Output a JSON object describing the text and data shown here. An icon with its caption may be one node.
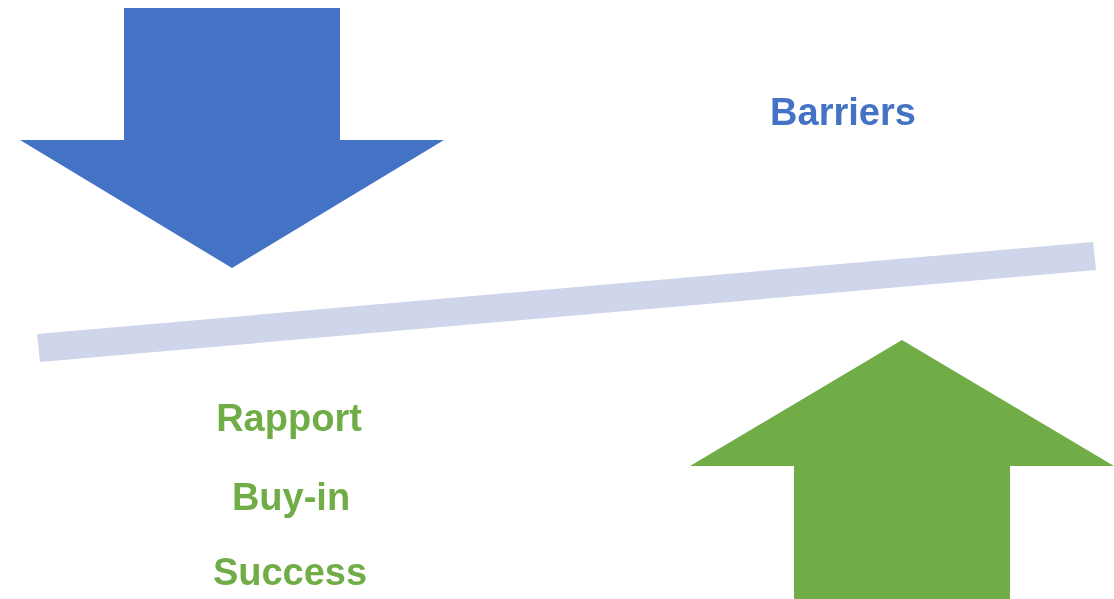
{
  "diagram": {
    "labels": [
      "Barriers",
      "Rapport",
      "Buy-in",
      "Success"
    ]
  }
}
